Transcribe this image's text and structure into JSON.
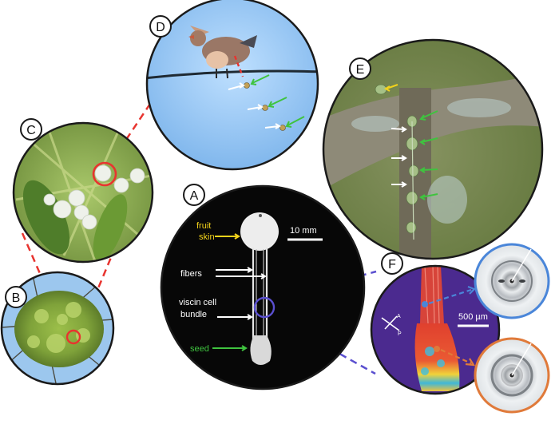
{
  "panels": {
    "a": {
      "letter": "A"
    },
    "b": {
      "letter": "B"
    },
    "c": {
      "letter": "C"
    },
    "d": {
      "letter": "D"
    },
    "e": {
      "letter": "E"
    },
    "f": {
      "letter": "F"
    }
  },
  "annotations": {
    "fruit_skin_1": "fruit",
    "fruit_skin_2": "skin",
    "fibers": "fibers",
    "viscin_1": "viscin cell",
    "viscin_2": "bundle",
    "seed": "seed",
    "scale_a": "10 mm",
    "scale_f": "500 µm",
    "pol_p": "P",
    "pol_a": "A"
  },
  "colors": {
    "red_link": "#e8342f",
    "blue_link": "#5a4fcf",
    "fruit_label": "#f2d21b",
    "seed_label": "#38c43a",
    "xray_top_ring": "#4a86d9",
    "xray_bottom_ring": "#e07a3a"
  }
}
